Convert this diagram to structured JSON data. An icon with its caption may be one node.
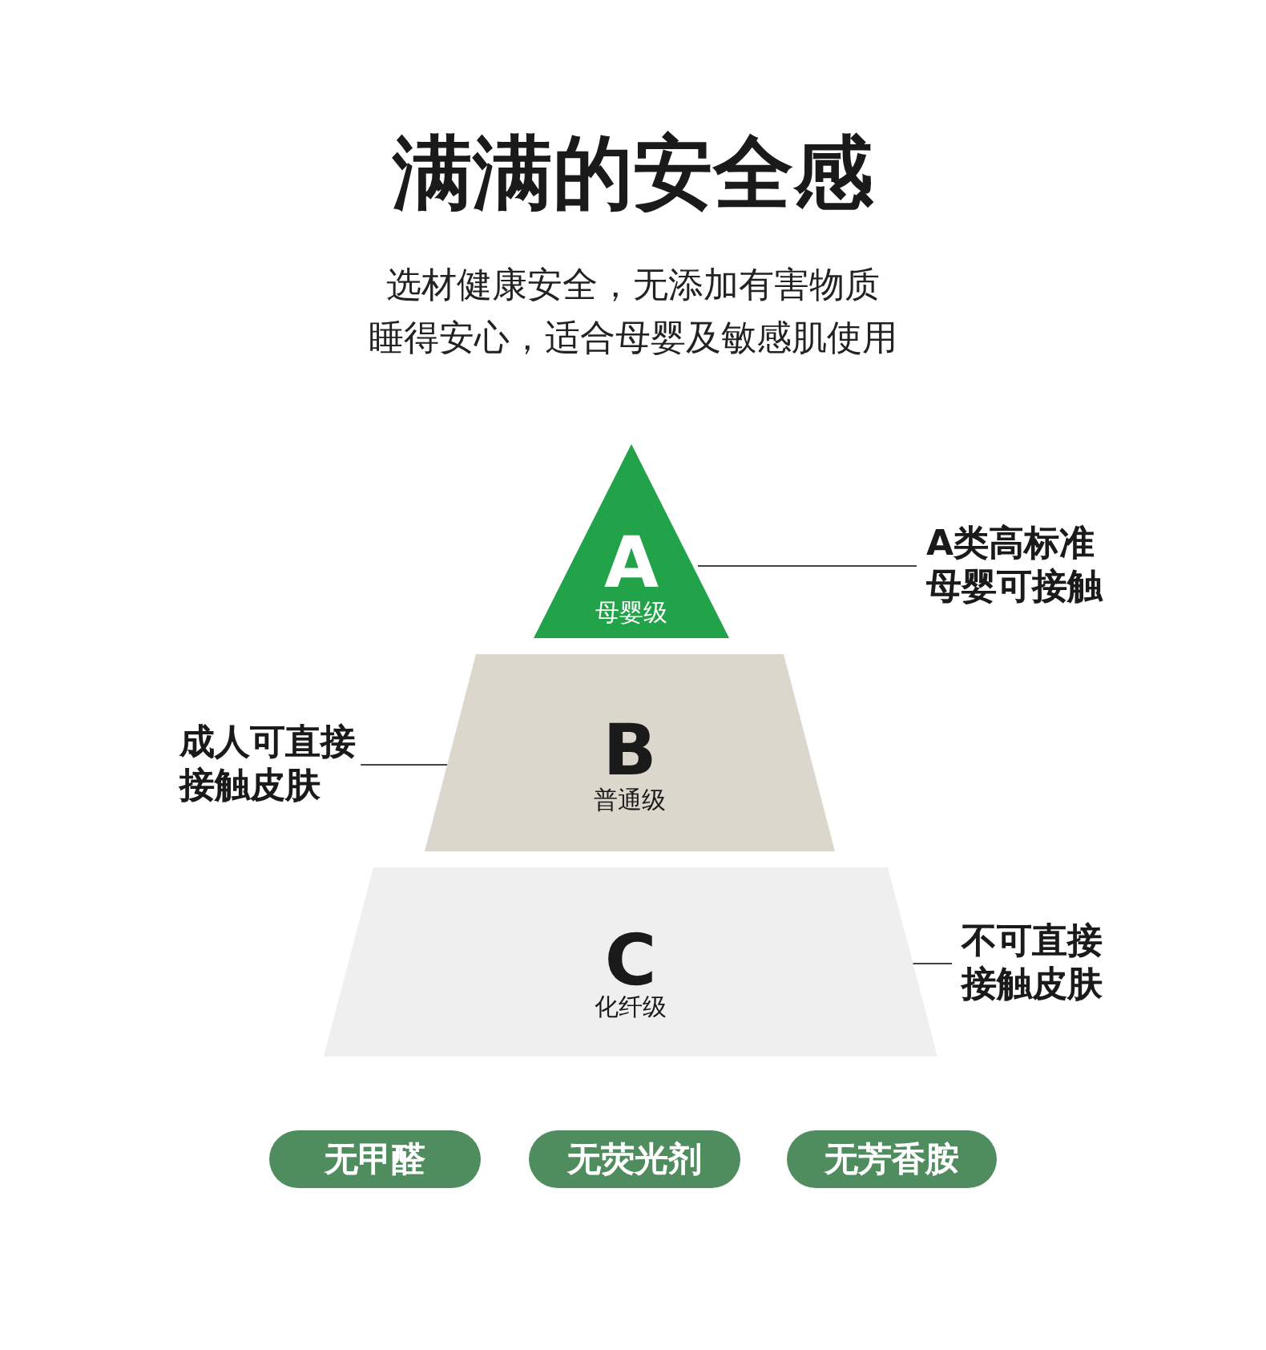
{
  "diagram": {
    "title": "满满的安全感",
    "nodes": [
      {
        "text": [
          "A",
          "母婴级"
        ]
      },
      {
        "text": [
          "A类高标准母婴可接触"
        ]
      },
      {
        "text": [
          "B",
          "普通级"
        ]
      },
      {
        "text": [
          "成人可直接接触皮肤"
        ]
      },
      {
        "text": [
          "C",
          "化纤级"
        ]
      },
      {
        "text": [
          "不可直接接触皮肤"
        ]
      },
      {
        "text": [
          "无甲醛"
        ]
      },
      {
        "text": [
          "无荧光剂"
        ]
      },
      {
        "text": [
          "无芳香胺"
        ]
      }
    ],
    "edges": [
      {
        "from": 1,
        "to": 0,
        "arrow": "none"
      },
      {
        "from": 3,
        "to": 2,
        "arrow": "none"
      },
      {
        "from": 5,
        "to": 4,
        "arrow": "none"
      }
    ],
    "labels": [
      "选材健康安全，无添加有害物质",
      "睡得安心，适合母婴及敏感肌使用"
    ]
  }
}
